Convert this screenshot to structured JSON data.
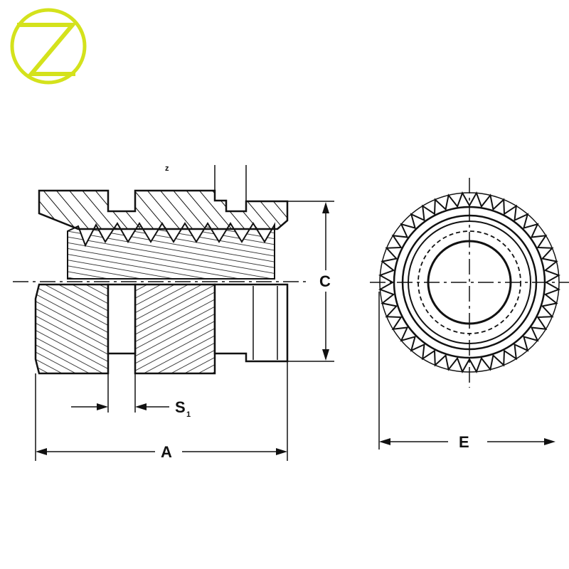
{
  "logo": {
    "letter": "Z",
    "color": "#d4e21c"
  },
  "drawing": {
    "labels": {
      "c": "C",
      "a": "A",
      "e": "E",
      "s": "S",
      "s_sub": "1",
      "z": "z"
    },
    "colors": {
      "line": "#111111",
      "background": "#ffffff"
    }
  }
}
